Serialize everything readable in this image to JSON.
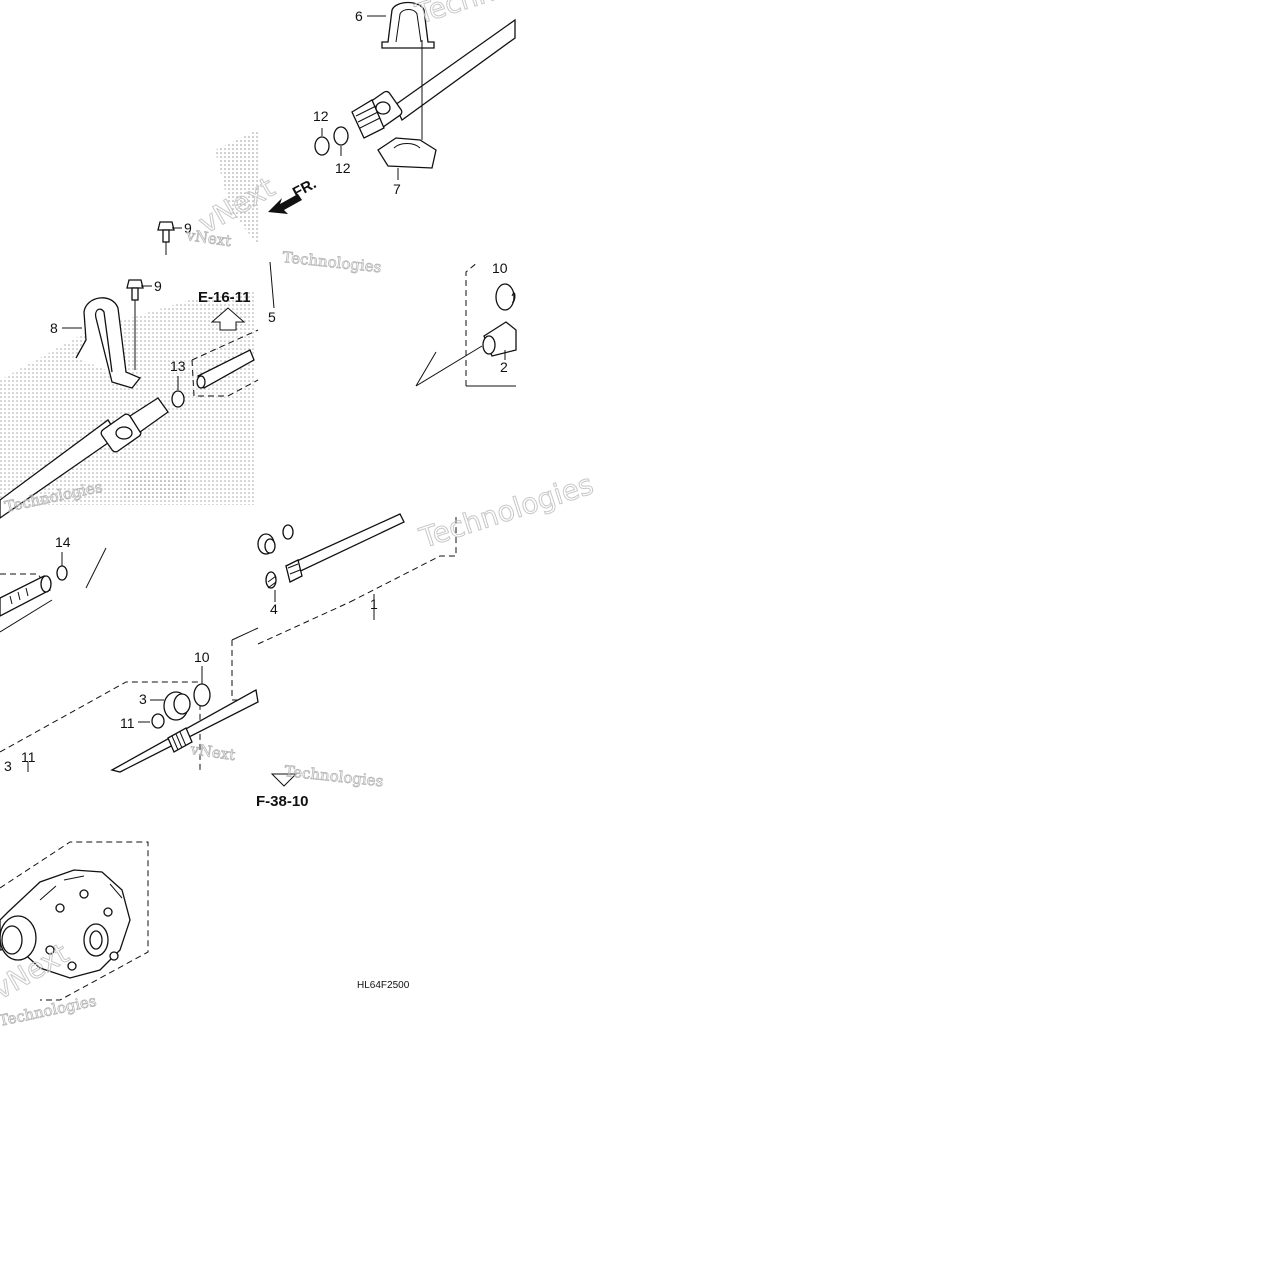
{
  "diagram": {
    "callouts": [
      "1",
      "2",
      "3",
      "4",
      "5",
      "6",
      "7",
      "8",
      "9",
      "10",
      "11",
      "12",
      "13",
      "14"
    ],
    "direction_label": "FR.",
    "ref_labels": [
      "E-16-11",
      "F-38-10"
    ],
    "drawing_code": "HL64F2500",
    "watermark": [
      "vNext",
      "Technologies"
    ]
  },
  "colors": {
    "line": "#111111",
    "watermark": "#b8b8b8",
    "background": "#ffffff"
  }
}
